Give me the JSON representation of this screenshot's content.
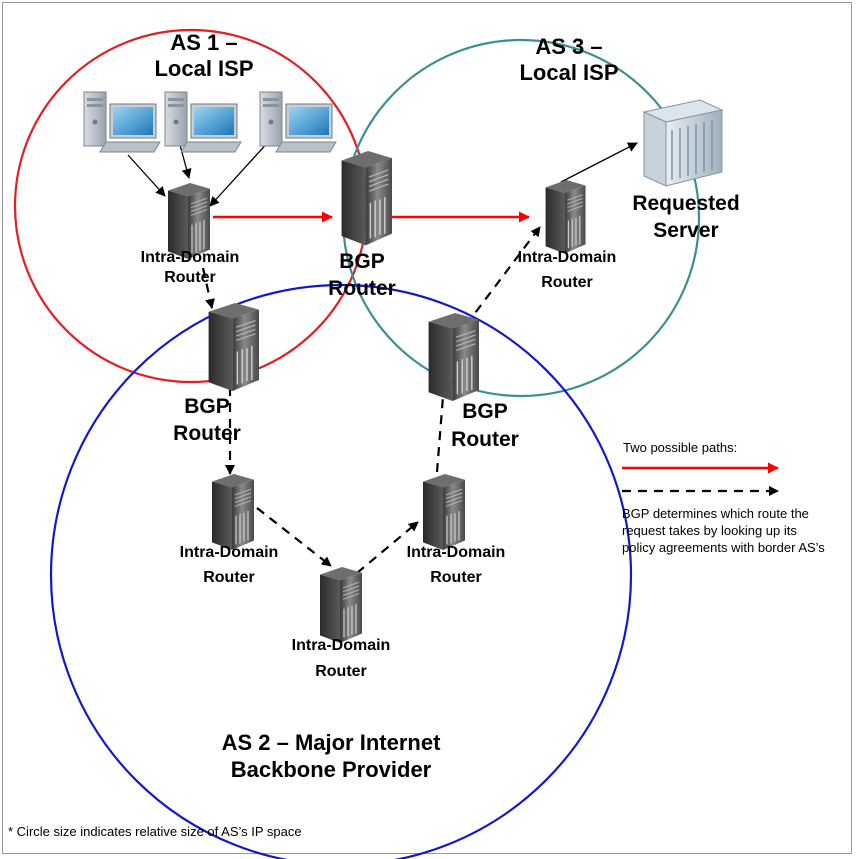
{
  "colors": {
    "as1": "#e31e24",
    "as2": "#1418c8",
    "as3": "#3a8f94",
    "red_path": "#ff0000",
    "dashed_path": "#000000",
    "border": "#9a9a9a"
  },
  "icons": {
    "workstation": "desktop-computer-icon",
    "router": "server-tower-icon",
    "server": "server-rack-icon"
  },
  "as1": {
    "line1": "AS 1 –",
    "line2": "Local ISP"
  },
  "as3": {
    "line1": "AS 3 –",
    "line2": "Local ISP"
  },
  "as2": {
    "line1": "AS 2 – Major Internet",
    "line2": "Backbone Provider"
  },
  "nodes": {
    "as1_intra": {
      "line1": "Intra-Domain",
      "line2": "Router"
    },
    "as13_bgp": {
      "line1": "BGP",
      "line2": "Router"
    },
    "as3_intra": {
      "line1": "Intra-Domain",
      "line2": "Router"
    },
    "server": {
      "line1": "Requested",
      "line2": "Server"
    },
    "as12_bgp": {
      "line1": "BGP",
      "line2": "Router"
    },
    "as23_bgp": {
      "line1": "BGP",
      "line2": "Router"
    },
    "as2_intra_left": {
      "line1": "Intra-Domain",
      "line2": "Router"
    },
    "as2_intra_right": {
      "line1": "Intra-Domain",
      "line2": "Router"
    },
    "as2_intra_bottom": {
      "line1": "Intra-Domain",
      "line2": "Router"
    }
  },
  "legend": {
    "title": "Two possible paths:",
    "note_line1": "BGP determines which route the",
    "note_line2": "request takes by looking up its",
    "note_line3": "policy agreements with border AS’s"
  },
  "footnote": "* Circle size indicates relative size of AS’s IP space"
}
